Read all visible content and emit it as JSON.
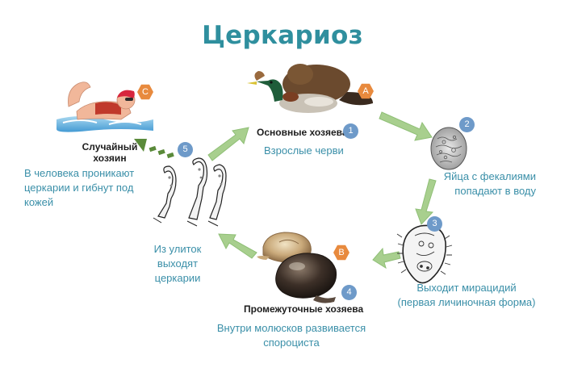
{
  "title": "Церкариоз",
  "nodes": {
    "definitive": {
      "hex": "A",
      "host_label": "Основные хозяева",
      "step": "1",
      "caption": "Взрослые черви"
    },
    "eggs": {
      "step": "2",
      "caption_line1": "Яйца с фекалиями",
      "caption_line2": "попадают в воду"
    },
    "miracidium": {
      "step": "3",
      "caption_line1": "Выходит мирацидий",
      "caption_line2": "(первая личиночная форма)"
    },
    "intermediate": {
      "hex": "B",
      "step": "4",
      "host_label": "Промежуточные хозяева",
      "caption_line1": "Внутри молюсков развивается",
      "caption_line2": "спороциста"
    },
    "cercariae": {
      "step": "5",
      "caption_line1": "Из улиток",
      "caption_line2": "выходят",
      "caption_line3": "церкарии"
    },
    "accidental": {
      "hex": "C",
      "host_line1": "Случайный",
      "host_line2": "хозяин",
      "caption_line1": "В человека проникают",
      "caption_line2": "церкарии и гибнут под",
      "caption_line3": "кожей"
    }
  },
  "colors": {
    "title": "#2f8f9e",
    "caption": "#3a8fa8",
    "arrow": "#a8cf8e",
    "arrow_stroke": "#8fbf76",
    "step_badge": "#6e9ac9",
    "hex_badge": "#e88a3e",
    "dotted_arrow": "#5a8a3a"
  }
}
